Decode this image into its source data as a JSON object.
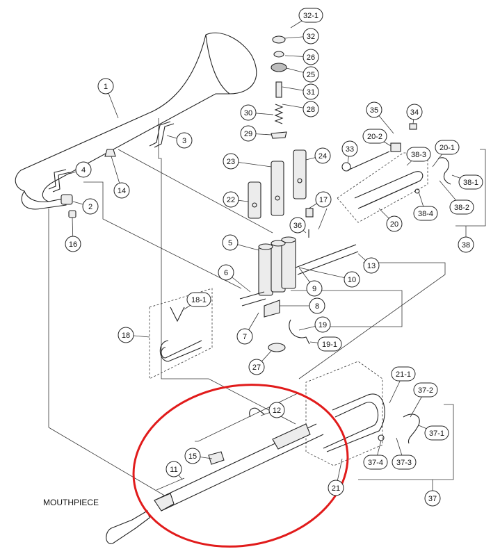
{
  "mouthpiece_label": "MOUTHPIECE",
  "highlight_color": "#e11b1b",
  "callouts": [
    "32-1",
    "32",
    "26",
    "25",
    "31",
    "28",
    "30",
    "29",
    "24",
    "23",
    "22",
    "35",
    "34",
    "20-2",
    "33",
    "38-3",
    "20-1",
    "38-1",
    "38-2",
    "38-4",
    "20",
    "38",
    "17",
    "36",
    "1",
    "3",
    "4",
    "2",
    "14",
    "16",
    "5",
    "6",
    "13",
    "10",
    "9",
    "8",
    "18-1",
    "18",
    "7",
    "19",
    "19-1",
    "27",
    "21-1",
    "37-2",
    "12",
    "37-1",
    "15",
    "11",
    "37-4",
    "37-3",
    "21",
    "37"
  ]
}
